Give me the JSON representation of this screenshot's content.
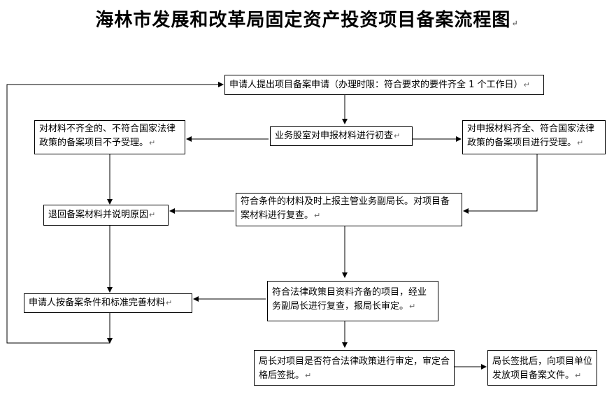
{
  "title": "海林市发展和改革局固定资产投资项目备案流程图",
  "paragraph_mark": "↵",
  "nodes": {
    "apply": "申请人提出项目备案申请（办理时限：符合要求的要件齐全 1 个工作日）",
    "reject": "对材料不齐全的、不符合国家法律政策的备案项目不予受理。",
    "initial_review": "业务股室对申报材料进行初查",
    "accept": "对申报材料齐全、符合国家法律政策的备案项目进行受理。",
    "return": "退回备案材料并说明原因",
    "report": "符合条件的材料及时上报主管业务副局长。对项目备案材料进行复查。",
    "improve": "申请人按备案条件和标准完善材料",
    "recheck": "符合法律政策目资料齐备的项目，经业务副局长进行复查，报局长审定。",
    "director_review": "局长对项目是否符合法律政策进行审定，审定合格后签批。",
    "issue": "局长签批后，向项目单位发放项目备案文件。"
  }
}
